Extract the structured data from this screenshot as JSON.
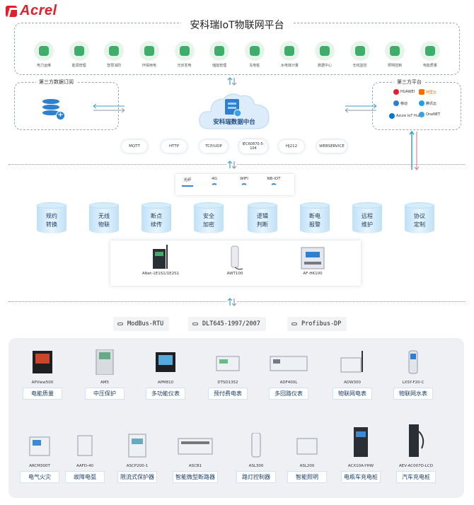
{
  "logo": {
    "text": "Acrel"
  },
  "platform": {
    "title": "安科瑞IoT物联网平台",
    "apps": [
      {
        "label": "电力运维",
        "icon": "power-ops-icon"
      },
      {
        "label": "能源管理",
        "icon": "energy-icon"
      },
      {
        "label": "智慧消防",
        "icon": "fire-icon"
      },
      {
        "label": "环保用电",
        "icon": "eco-icon"
      },
      {
        "label": "光伏发电",
        "icon": "solar-icon"
      },
      {
        "label": "储能管理",
        "icon": "storage-icon"
      },
      {
        "label": "充电桩",
        "icon": "charger-icon"
      },
      {
        "label": "水电煤计量",
        "icon": "water-icon"
      },
      {
        "label": "数据中心",
        "icon": "data-icon"
      },
      {
        "label": "无线监控",
        "icon": "wireless-icon"
      },
      {
        "label": "照明控制",
        "icon": "light-icon"
      },
      {
        "label": "电能质量",
        "icon": "quality-icon"
      }
    ]
  },
  "left_box": {
    "title": "第三方数据订阅"
  },
  "right_box": {
    "title": "第三方平台",
    "brands": [
      "HUAWEI",
      "阿里云",
      "移动",
      "腾讯云",
      "Azure IoT Hub",
      "OneNET"
    ]
  },
  "center": {
    "label": "安科瑞数据中台"
  },
  "protocols": [
    "MQTT",
    "HTTP",
    "TCP/UDP",
    "IEC60870-5-104",
    "HJ212",
    "WEBSERVICE"
  ],
  "network": [
    {
      "label": "光纤"
    },
    {
      "label": "4G"
    },
    {
      "label": "WIFI"
    },
    {
      "label": "NB-IOT"
    }
  ],
  "features": [
    [
      "规约",
      "转换"
    ],
    [
      "无线",
      "物联"
    ],
    [
      "断点",
      "续传"
    ],
    [
      "安全",
      "加密"
    ],
    [
      "逻辑",
      "判断"
    ],
    [
      "断电",
      "报警"
    ],
    [
      "远程",
      "维护"
    ],
    [
      "协议",
      "定制"
    ]
  ],
  "gateways": [
    "ANet-1E1S1/1E2S1",
    "AWT100",
    "AF-HK100"
  ],
  "buses": [
    "ModBus-RTU",
    "DLT645-1997/2007",
    "Profibus-DP"
  ],
  "devices_row1": [
    {
      "model": "APView500",
      "tag": "电能质量"
    },
    {
      "model": "AM5",
      "tag": "中压保护"
    },
    {
      "model": "APM810",
      "tag": "多功能仪表"
    },
    {
      "model": "DTSD1352",
      "tag": "预付费电表"
    },
    {
      "model": "ADF400L",
      "tag": "多回路仪表"
    },
    {
      "model": "ADW300",
      "tag": "物联网电表"
    },
    {
      "model": "LXSY-F20-C",
      "tag": "物联网水表"
    }
  ],
  "devices_row2": [
    {
      "model": "ARCM300T",
      "tag": "电气火灾"
    },
    {
      "model": "AAFD-40",
      "tag": "故障电弧"
    },
    {
      "model": "ASCP200-1",
      "tag": "限流式保护器"
    },
    {
      "model": "ASCB1",
      "tag": "智能微型断路器"
    },
    {
      "model": "ASL300",
      "tag": "路灯控制器"
    },
    {
      "model": "ASL200",
      "tag": "智能照明"
    },
    {
      "model": "ACX10A-YHW",
      "tag": "电瓶车充电桩"
    },
    {
      "model": "AEV-AC007D-LCD",
      "tag": "汽车充电桩"
    }
  ],
  "colors": {
    "brand": "#e0212b",
    "accent": "#2f7fd1",
    "app_green": "#3fae6b",
    "cylinder": "#bfe0f7"
  }
}
